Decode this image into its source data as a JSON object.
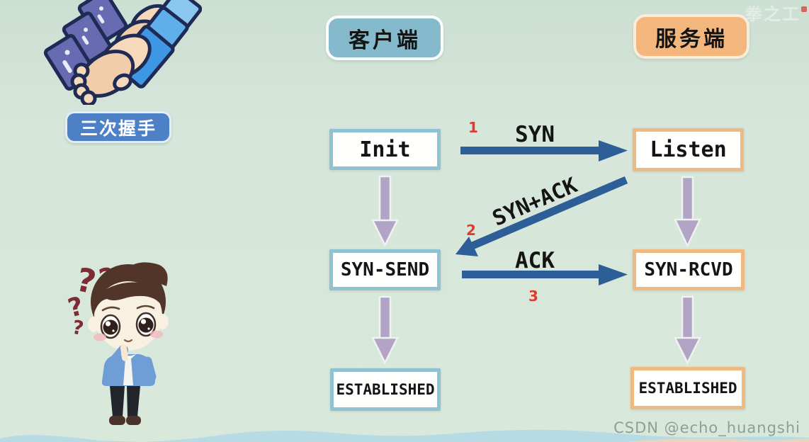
{
  "watermarks": {
    "top_right": "拳之工",
    "bottom_right": "CSDN @echo_huangshi"
  },
  "badge": {
    "label": "三次握手"
  },
  "columns": {
    "client": {
      "header": "客户端",
      "states": [
        "Init",
        "SYN-SEND",
        "ESTABLISHED"
      ]
    },
    "server": {
      "header": "服务端",
      "states": [
        "Listen",
        "SYN-RCVD",
        "ESTABLISHED"
      ]
    }
  },
  "messages": [
    {
      "seq": "1",
      "label": "SYN",
      "from": "client",
      "to": "server"
    },
    {
      "seq": "2",
      "label": "SYN+ACK",
      "from": "server",
      "to": "client"
    },
    {
      "seq": "3",
      "label": "ACK",
      "from": "client",
      "to": "server"
    }
  ],
  "colors": {
    "background": "#d6e6da",
    "client_accent": "#8fc3d4",
    "server_accent": "#f0b97f",
    "client_header_bg": "#85b9cc",
    "server_header_bg": "#f3b67d",
    "badge_bg": "#4d80c5",
    "message_arrow_blue": "#2d5e97",
    "state_arrow_purple": "#b2a4c6",
    "sequence_number_red": "#e03c2d",
    "box_background": "#ffffff",
    "text": "#141414"
  }
}
